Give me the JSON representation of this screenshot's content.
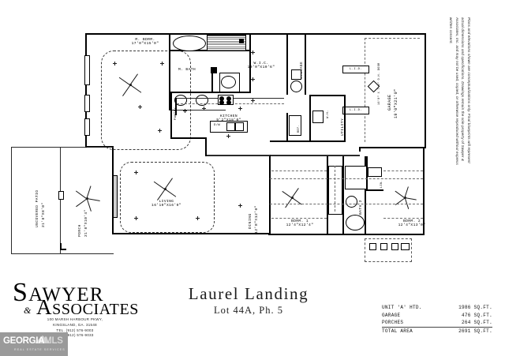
{
  "document": {
    "type": "architectural-floor-plan",
    "plan_title": "Laurel Landing",
    "plan_subtitle": "Lot 44A, Ph. 5"
  },
  "firm": {
    "name_line1": "AWYER",
    "name_line1_cap": "S",
    "name_line2": "SSOCIATES",
    "name_line2_cap": "A",
    "ampersand": "&",
    "address_line1": "100 MARSH HARBOUR PKWY,",
    "address_line2": "KINGSLAND, GA. 31548",
    "phone": "TEL. (912) 576-9003",
    "fax": "FAX. (912) 576-9033"
  },
  "schedule": {
    "rows": [
      {
        "name": "UNIT 'A' HTD.",
        "value": "1986 SQ.FT."
      },
      {
        "name": "GARAGE",
        "value": "476 SQ.FT."
      },
      {
        "name": "PORCHES",
        "value": "264 SQ.FT."
      },
      {
        "name": "TOTAL AREA",
        "value": "2691 SQ.FT."
      }
    ]
  },
  "disclaimer": {
    "text": "Plans and elevations shown are conceptualizations only. Final blueprints will represent actual dimensions and specifications. Drawings remain the sole property of Sawyer & Associates, Inc. and may not be used, copied, or otherwise reproduced without express written consent."
  },
  "watermark": {
    "brand_georgia": "GEORGIA",
    "brand_mls": "MLS",
    "tagline": "REAL ESTATE SERVICES"
  },
  "rooms": [
    {
      "key": "master_bedroom",
      "name": "M. BDRM.",
      "dims": "17'0\"X15'0\""
    },
    {
      "key": "master_bath",
      "name": "M. BATH",
      "dims": ""
    },
    {
      "key": "walk_in_closet",
      "name": "W.I.C.",
      "dims": "10'0\"X10'6\""
    },
    {
      "key": "kitchen",
      "name": "KITCHEN",
      "dims": "9'2\"X18'0\""
    },
    {
      "key": "living",
      "name": "LIVING",
      "dims": "16'10\"X16'0\""
    },
    {
      "key": "dining",
      "name": "DINING",
      "dims": "12'8\"X12'0\""
    },
    {
      "key": "bedroom_1",
      "name": "BDRM. 1",
      "dims": "12'4\"X12'4\""
    },
    {
      "key": "bedroom_2",
      "name": "BDRM. 2",
      "dims": "12'4\"X13'0\""
    },
    {
      "key": "bath_2",
      "name": "BATH 2",
      "dims": ""
    },
    {
      "key": "garage",
      "name": "GARAGE",
      "dims": "19'0\"X21'0\""
    },
    {
      "key": "porch",
      "name": "PORCH",
      "dims": "21'8\"X10'4\""
    },
    {
      "key": "patio",
      "name": "UNCOVERED PATIO",
      "dims": "21'8\"X8'0\""
    }
  ],
  "annotations": {
    "pantry": "PANTRY",
    "utility": "UTILITY",
    "storage": "STORAGE",
    "ref": "REF.",
    "water_heater": "W.H.",
    "dishwasher": "D/W",
    "lid_upper": "L.I.D.",
    "lid_lower": "L.I.D.",
    "lin_closet": "LIN.",
    "overhead_door": "16'0\" X 7'0\" O.H. DOOR"
  },
  "colors": {
    "wall": "#000000",
    "paper": "#ffffff",
    "dash": "#6b6b6b",
    "watermark_bg": "#9a9a9a"
  }
}
